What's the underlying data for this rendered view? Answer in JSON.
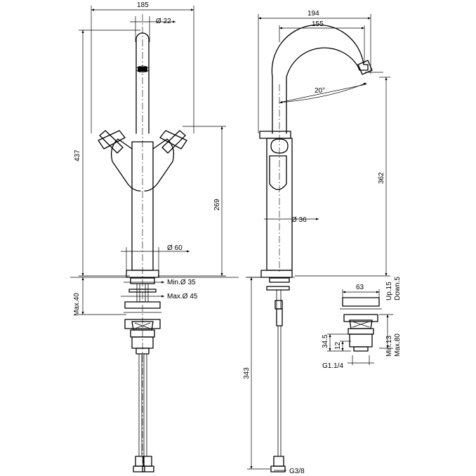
{
  "front_view": {
    "width": "185",
    "spout_diameter": "Ø 22",
    "total_height": "437",
    "handle_height": "269",
    "body_diameter": "Ø 60",
    "min_hole": "Min.Ø 35",
    "max_hole": "Max.Ø 45",
    "max_deck": "Max.40"
  },
  "side_view": {
    "reach": "194",
    "spout_reach": "155",
    "angle": "20°",
    "spout_height": "362",
    "stem_diameter": "Ø 36",
    "hose_length": "343",
    "hose_thread": "G3/8",
    "up": "Up.15",
    "down": "Down.5"
  },
  "waste": {
    "diameter": "63",
    "height_1": "34.5",
    "height_2": "12",
    "thread": "G1.1/4",
    "min": "Min.13",
    "max": "Max.80"
  }
}
